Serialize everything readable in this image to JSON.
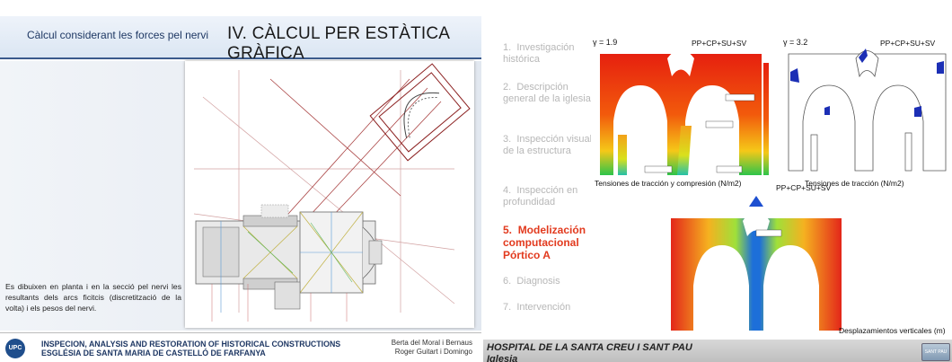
{
  "left_slide": {
    "subtitle": "Càlcul considerant les forces pel nervi",
    "title": "IV. CÀLCUL PER ESTÀTICA GRÀFICA",
    "caption": "Es dibuixen en planta i en la secció pel nervi les resultants dels arcs ficitcis (discretització de la volta) i els pesos del nervi.",
    "footer": {
      "line1": "INSPECION, ANALYSIS AND RESTORATION OF HISTORICAL CONSTRUCTIONS",
      "line2": "ESGLÉSIA DE SANTA MARIA DE CASTELLÓ DE FARFANYA",
      "author1": "Berta del Moral i Bernaus",
      "author2": "Roger Guitart i Domingo",
      "logo": "UPC"
    }
  },
  "right_slide": {
    "menu": [
      {
        "num": "1.",
        "label": "Investigación histórica",
        "active": false
      },
      {
        "num": "2.",
        "label": "Descripción general de la iglesia",
        "active": false
      },
      {
        "num": "3.",
        "label": "Inspección visual de la estructura",
        "active": false
      },
      {
        "num": "4.",
        "label": "Inspección en profundidad",
        "active": false
      },
      {
        "num": "5.",
        "label": "Modelización computacional Pórtico A",
        "active": true
      },
      {
        "num": "6.",
        "label": "Diagnosis",
        "active": false
      },
      {
        "num": "7.",
        "label": "Intervención",
        "active": false
      }
    ],
    "figures": {
      "fig1_gamma": "γ = 1.9",
      "fig1_load": "PP+CP+SU+SV",
      "fig1_caption": "Tensiones de tracción y compresión (N/m2)",
      "fig2_gamma": "γ = 3.2",
      "fig2_load": "PP+CP+SU+SV",
      "fig2_caption": "Tensiones de tracción (N/m2)",
      "fig3_load": "PP+CP+SU+SV",
      "fig3_caption": "Desplazamientos verticales (m)"
    },
    "footer": {
      "line1": "HOSPITAL DE LA SANTA CREU I SANT PAU",
      "line2": "Iglesia",
      "logo": "SANT PAU"
    }
  },
  "colors": {
    "left_title_bar": "#dbe6f3",
    "left_rule": "#3a5a8c",
    "menu_inactive": "#b7b7b7",
    "menu_active": "#e23a1e",
    "right_footer": "#c8c8c8"
  }
}
